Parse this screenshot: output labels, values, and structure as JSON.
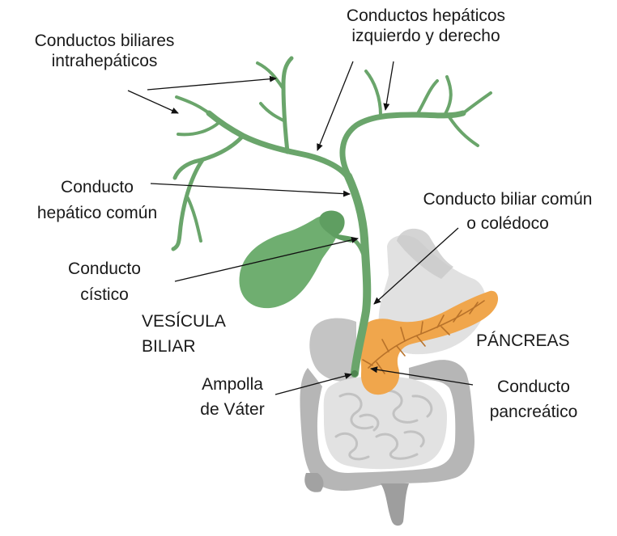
{
  "labels": {
    "intrahepatic_ducts": [
      "Conductos biliares",
      "intrahepáticos"
    ],
    "hepatic_ducts": [
      "Conductos hepáticos",
      "izquierdo y derecho"
    ],
    "common_hepatic_duct": [
      "Conducto",
      "hepático común"
    ],
    "common_bile_duct": [
      "Conducto biliar común",
      "o colédoco"
    ],
    "cystic_duct": [
      "Conducto",
      "cístico"
    ],
    "gallbladder": [
      "VESÍCULA",
      "BILIAR"
    ],
    "pancreas": "PÁNCREAS",
    "ampulla": [
      "Ampolla",
      "de Váter"
    ],
    "pancreatic_duct": [
      "Conducto",
      "pancreático"
    ]
  },
  "colors": {
    "bile_duct": "#6aa56b",
    "bile_duct_dark": "#4e8550",
    "gallbladder": "#6fae70",
    "pancreas": "#f0a64c",
    "pancreas_duct": "#b8722a",
    "organs_gray": "#cfcfcf",
    "organs_dark": "#a9a9a9",
    "text": "#1a1a1a",
    "pointer": "#111111"
  }
}
